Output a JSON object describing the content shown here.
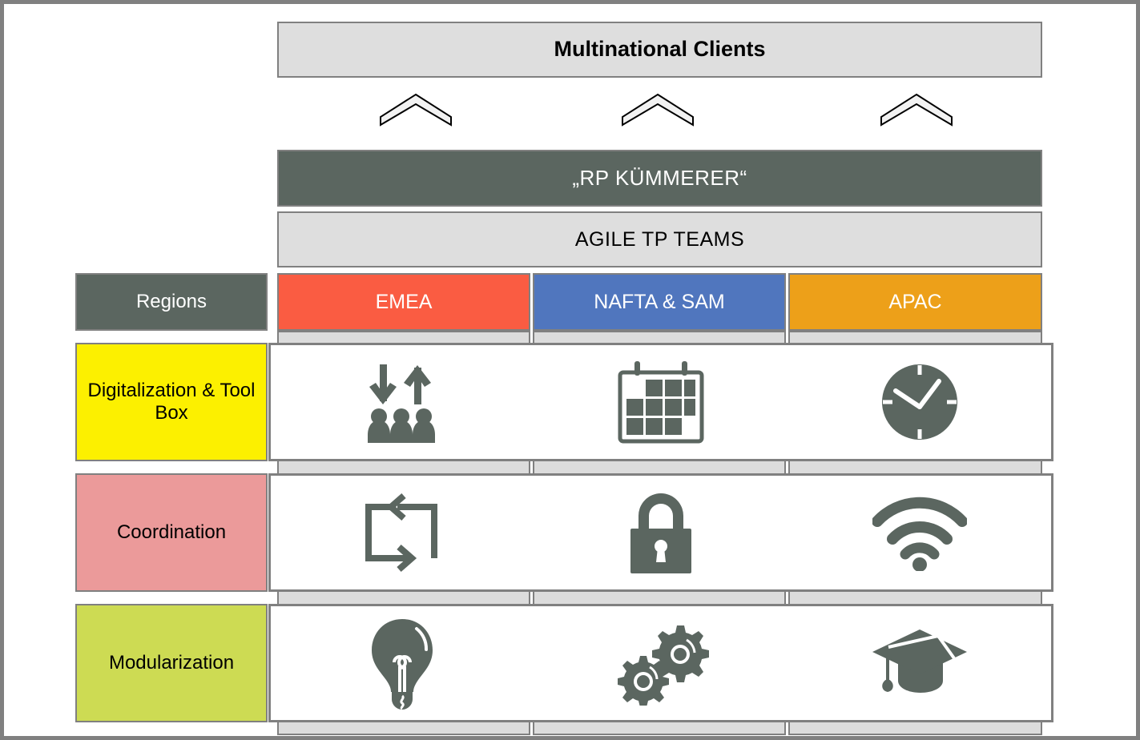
{
  "diagram": {
    "title_bar": {
      "label": "Multinational Clients",
      "bg": "#dedede"
    },
    "connector_chevrons": [
      {
        "name": "chevron-emea"
      },
      {
        "name": "chevron-nafta-sam"
      },
      {
        "name": "chevron-apac"
      }
    ],
    "role_bar": {
      "label": "„RP KÜMMERER“",
      "bg": "#5b6660",
      "color": "#ffffff"
    },
    "teams_bar": {
      "label": "AGILE TP TEAMS",
      "bg": "#dedede",
      "color": "#000000"
    },
    "regions_header": {
      "label": "Regions",
      "bg": "#5b6660",
      "color": "#ffffff"
    },
    "regions": [
      {
        "label": "EMEA",
        "color": "#fa5c42"
      },
      {
        "label": "NAFTA & SAM",
        "color": "#5076be"
      },
      {
        "label": "APAC",
        "color": "#eda019"
      }
    ],
    "categories": [
      {
        "label": "Digitalization & Tool Box",
        "color": "#fcf000",
        "icons": [
          {
            "name": "exchange-people-icon"
          },
          {
            "name": "calendar-icon"
          },
          {
            "name": "clock-icon"
          }
        ]
      },
      {
        "label": "Coordination",
        "color": "#eb9a9a",
        "icons": [
          {
            "name": "cycle-loop-icon"
          },
          {
            "name": "lock-icon"
          },
          {
            "name": "wifi-icon"
          }
        ]
      },
      {
        "label": "Modularization",
        "color": "#cddb53",
        "icons": [
          {
            "name": "lightbulb-icon"
          },
          {
            "name": "gears-icon"
          },
          {
            "name": "graduation-cap-icon"
          }
        ]
      }
    ],
    "palette": {
      "icon_fill": "#5b6660",
      "frame": "#808080",
      "strip": "#dcdcdc"
    }
  }
}
